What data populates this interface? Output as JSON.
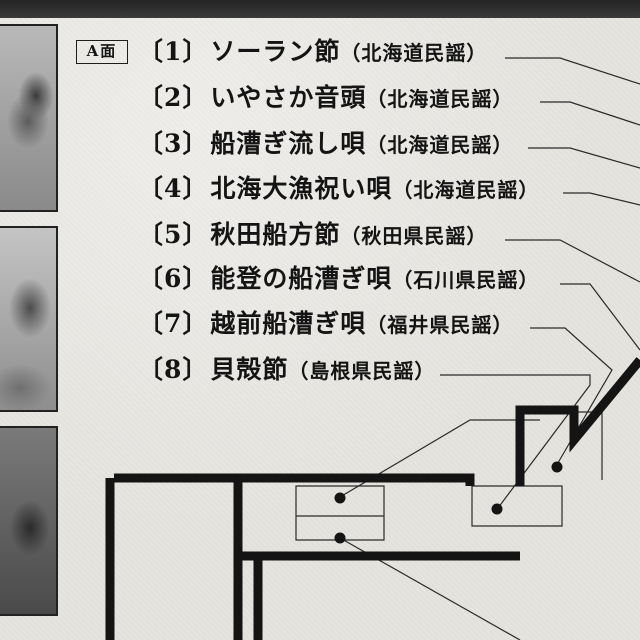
{
  "side_label": "A面",
  "tracks": [
    {
      "num": "〔1〕",
      "title": "ソーラン節",
      "region": "（北海道民謡）"
    },
    {
      "num": "〔2〕",
      "title": "いやさか音頭",
      "region": "（北海道民謡）"
    },
    {
      "num": "〔3〕",
      "title": "船漕ぎ流し唄",
      "region": "（北海道民謡）"
    },
    {
      "num": "〔4〕",
      "title": "北海大漁祝い唄",
      "region": "（北海道民謡）"
    },
    {
      "num": "〔5〕",
      "title": "秋田船方節",
      "region": "（秋田県民謡）"
    },
    {
      "num": "〔6〕",
      "title": "能登の船漕ぎ唄",
      "region": "（石川県民謡）"
    },
    {
      "num": "〔7〕",
      "title": "越前船漕ぎ唄",
      "region": "（福井県民謡）"
    },
    {
      "num": "〔8〕",
      "title": "貝殻節",
      "region": "（島根県民謡）"
    }
  ],
  "colors": {
    "paper": "#e6e4df",
    "ink": "#141414",
    "band": "#2a2a2a"
  }
}
